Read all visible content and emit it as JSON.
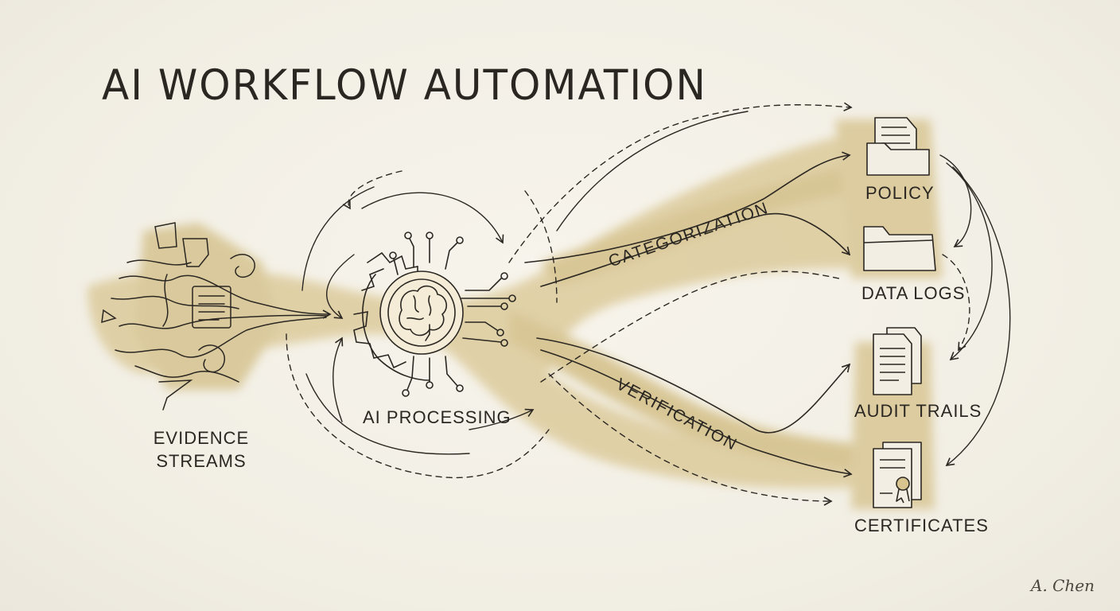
{
  "diagram": {
    "title": "AI WORKFLOW AUTOMATION",
    "nodes": {
      "evidence": "EVIDENCE STREAMS",
      "processing": "AI PROCESSING",
      "policy": "POLICY",
      "data_logs": "DATA LOGS",
      "audit_trails": "AUDIT TRAILS",
      "certificates": "CERTIFICATES"
    },
    "flows": {
      "categorization": "CATEGORIZATION",
      "verification": "VERIFICATION"
    },
    "signature": "A. Chen",
    "colors": {
      "wash": "#d8c48e",
      "ink": "#2b2722",
      "paper": "#f4f1e8"
    },
    "icons": [
      "folder-document-icon",
      "folder-icon",
      "document-stack-icon",
      "certificate-icon",
      "brain-gear-icon"
    ]
  }
}
